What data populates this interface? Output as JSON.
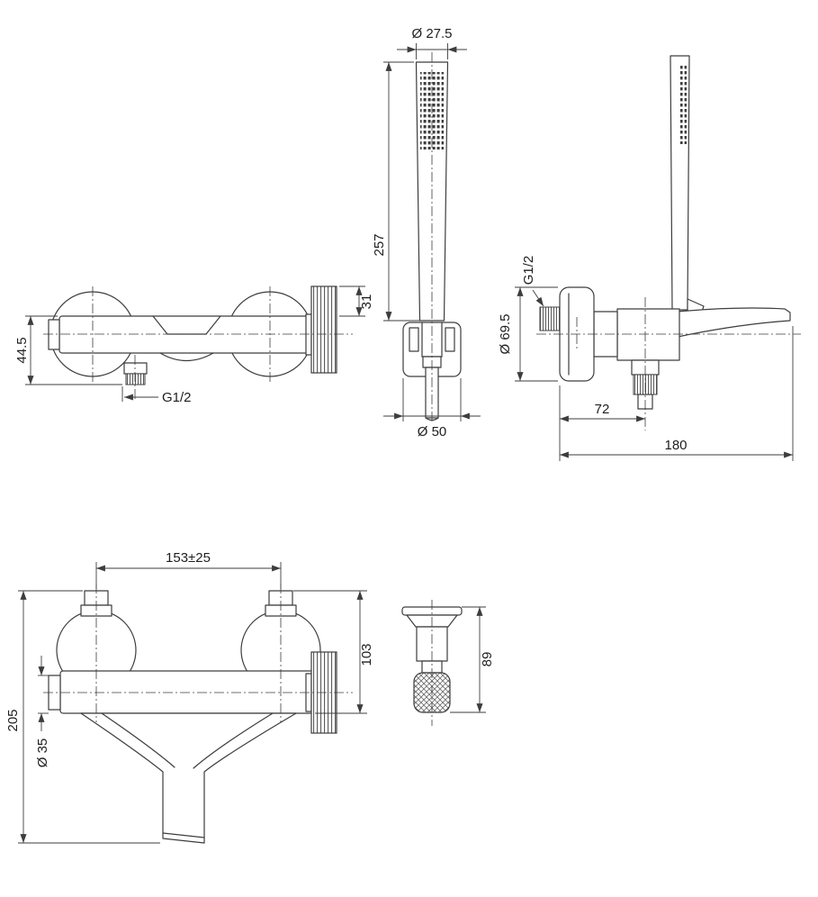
{
  "views": {
    "front_top": {
      "dims": {
        "height_44_5": "44.5",
        "offset_31": "31",
        "thread": "G1/2"
      }
    },
    "handshower": {
      "dims": {
        "diameter": "Ø 27.5",
        "length_257": "257",
        "bracket_diameter": "Ø 50"
      }
    },
    "side": {
      "dims": {
        "thread": "G1/2",
        "flange_diameter": "Ø 69.5",
        "depth_72": "72",
        "depth_180": "180"
      }
    },
    "front_bottom": {
      "dims": {
        "centers": "153±25",
        "body_diameter": "Ø 35",
        "height_103": "103",
        "height_205": "205"
      }
    },
    "bracket": {
      "dims": {
        "height_89": "89"
      }
    }
  }
}
